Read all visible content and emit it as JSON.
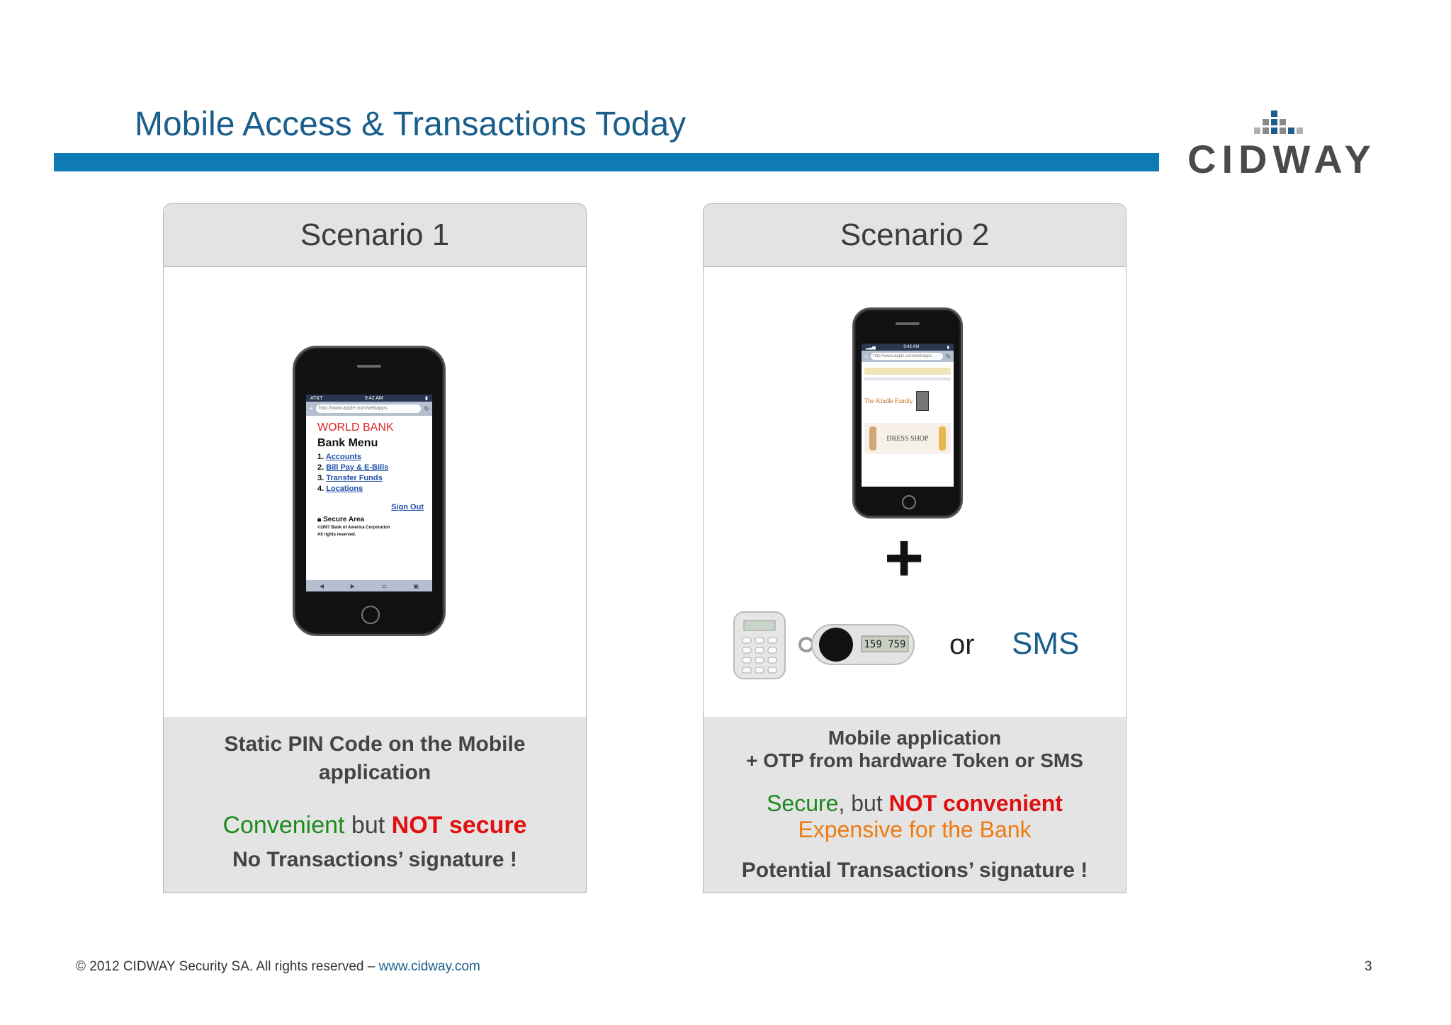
{
  "slide": {
    "title": "Mobile Access & Transactions Today",
    "logo_text": "CIDWAY",
    "page_number": "3"
  },
  "scenario1": {
    "heading": "Scenario 1",
    "phone": {
      "carrier": "AT&T",
      "time": "9:42 AM",
      "url": "http://www.apple.com/webapps",
      "bank_name": "WORLD BANK",
      "menu_title": "Bank Menu",
      "menu_items": [
        {
          "num": "1.",
          "label": "Accounts"
        },
        {
          "num": "2.",
          "label": "Bill Pay & E-Bills"
        },
        {
          "num": "3.",
          "label": "Transfer Funds"
        },
        {
          "num": "4.",
          "label": "Locations"
        }
      ],
      "sign_out": "Sign Out",
      "secure_area": "Secure Area",
      "copyright_1": "©2007 Bank of America Corporation",
      "copyright_2": "All rights reserved."
    },
    "description_1": "Static PIN Code on the Mobile",
    "description_2": "application",
    "eval_positive": "Convenient",
    "eval_connector": " but ",
    "eval_negative": "NOT secure",
    "note": "No Transactions’ signature !"
  },
  "scenario2": {
    "heading": "Scenario 2",
    "phone": {
      "time": "9:42 AM",
      "url": "http://www.apple.com/webapps",
      "kindle_text": "The Kindle Family",
      "dress_shop": "DRESS SHOP"
    },
    "plus": "+",
    "token_display": "159 759",
    "or_text": "or",
    "sms_text": "SMS",
    "description_1": "Mobile application",
    "description_2": "+ OTP from hardware Token or SMS",
    "eval_positive": "Secure",
    "eval_connector": ", but ",
    "eval_negative": "NOT convenient",
    "eval_cost": "Expensive for the Bank",
    "note": "Potential Transactions’ signature !"
  },
  "footer": {
    "copyright": "© 2012 CIDWAY Security SA. All rights reserved – ",
    "link": "www.cidway.com"
  },
  "colors": {
    "title_blue": "#1a5e8c",
    "bar_blue": "#0e7bb5",
    "positive_green": "#1d8a1d",
    "negative_red": "#e01010",
    "cost_orange": "#ee7a12"
  }
}
